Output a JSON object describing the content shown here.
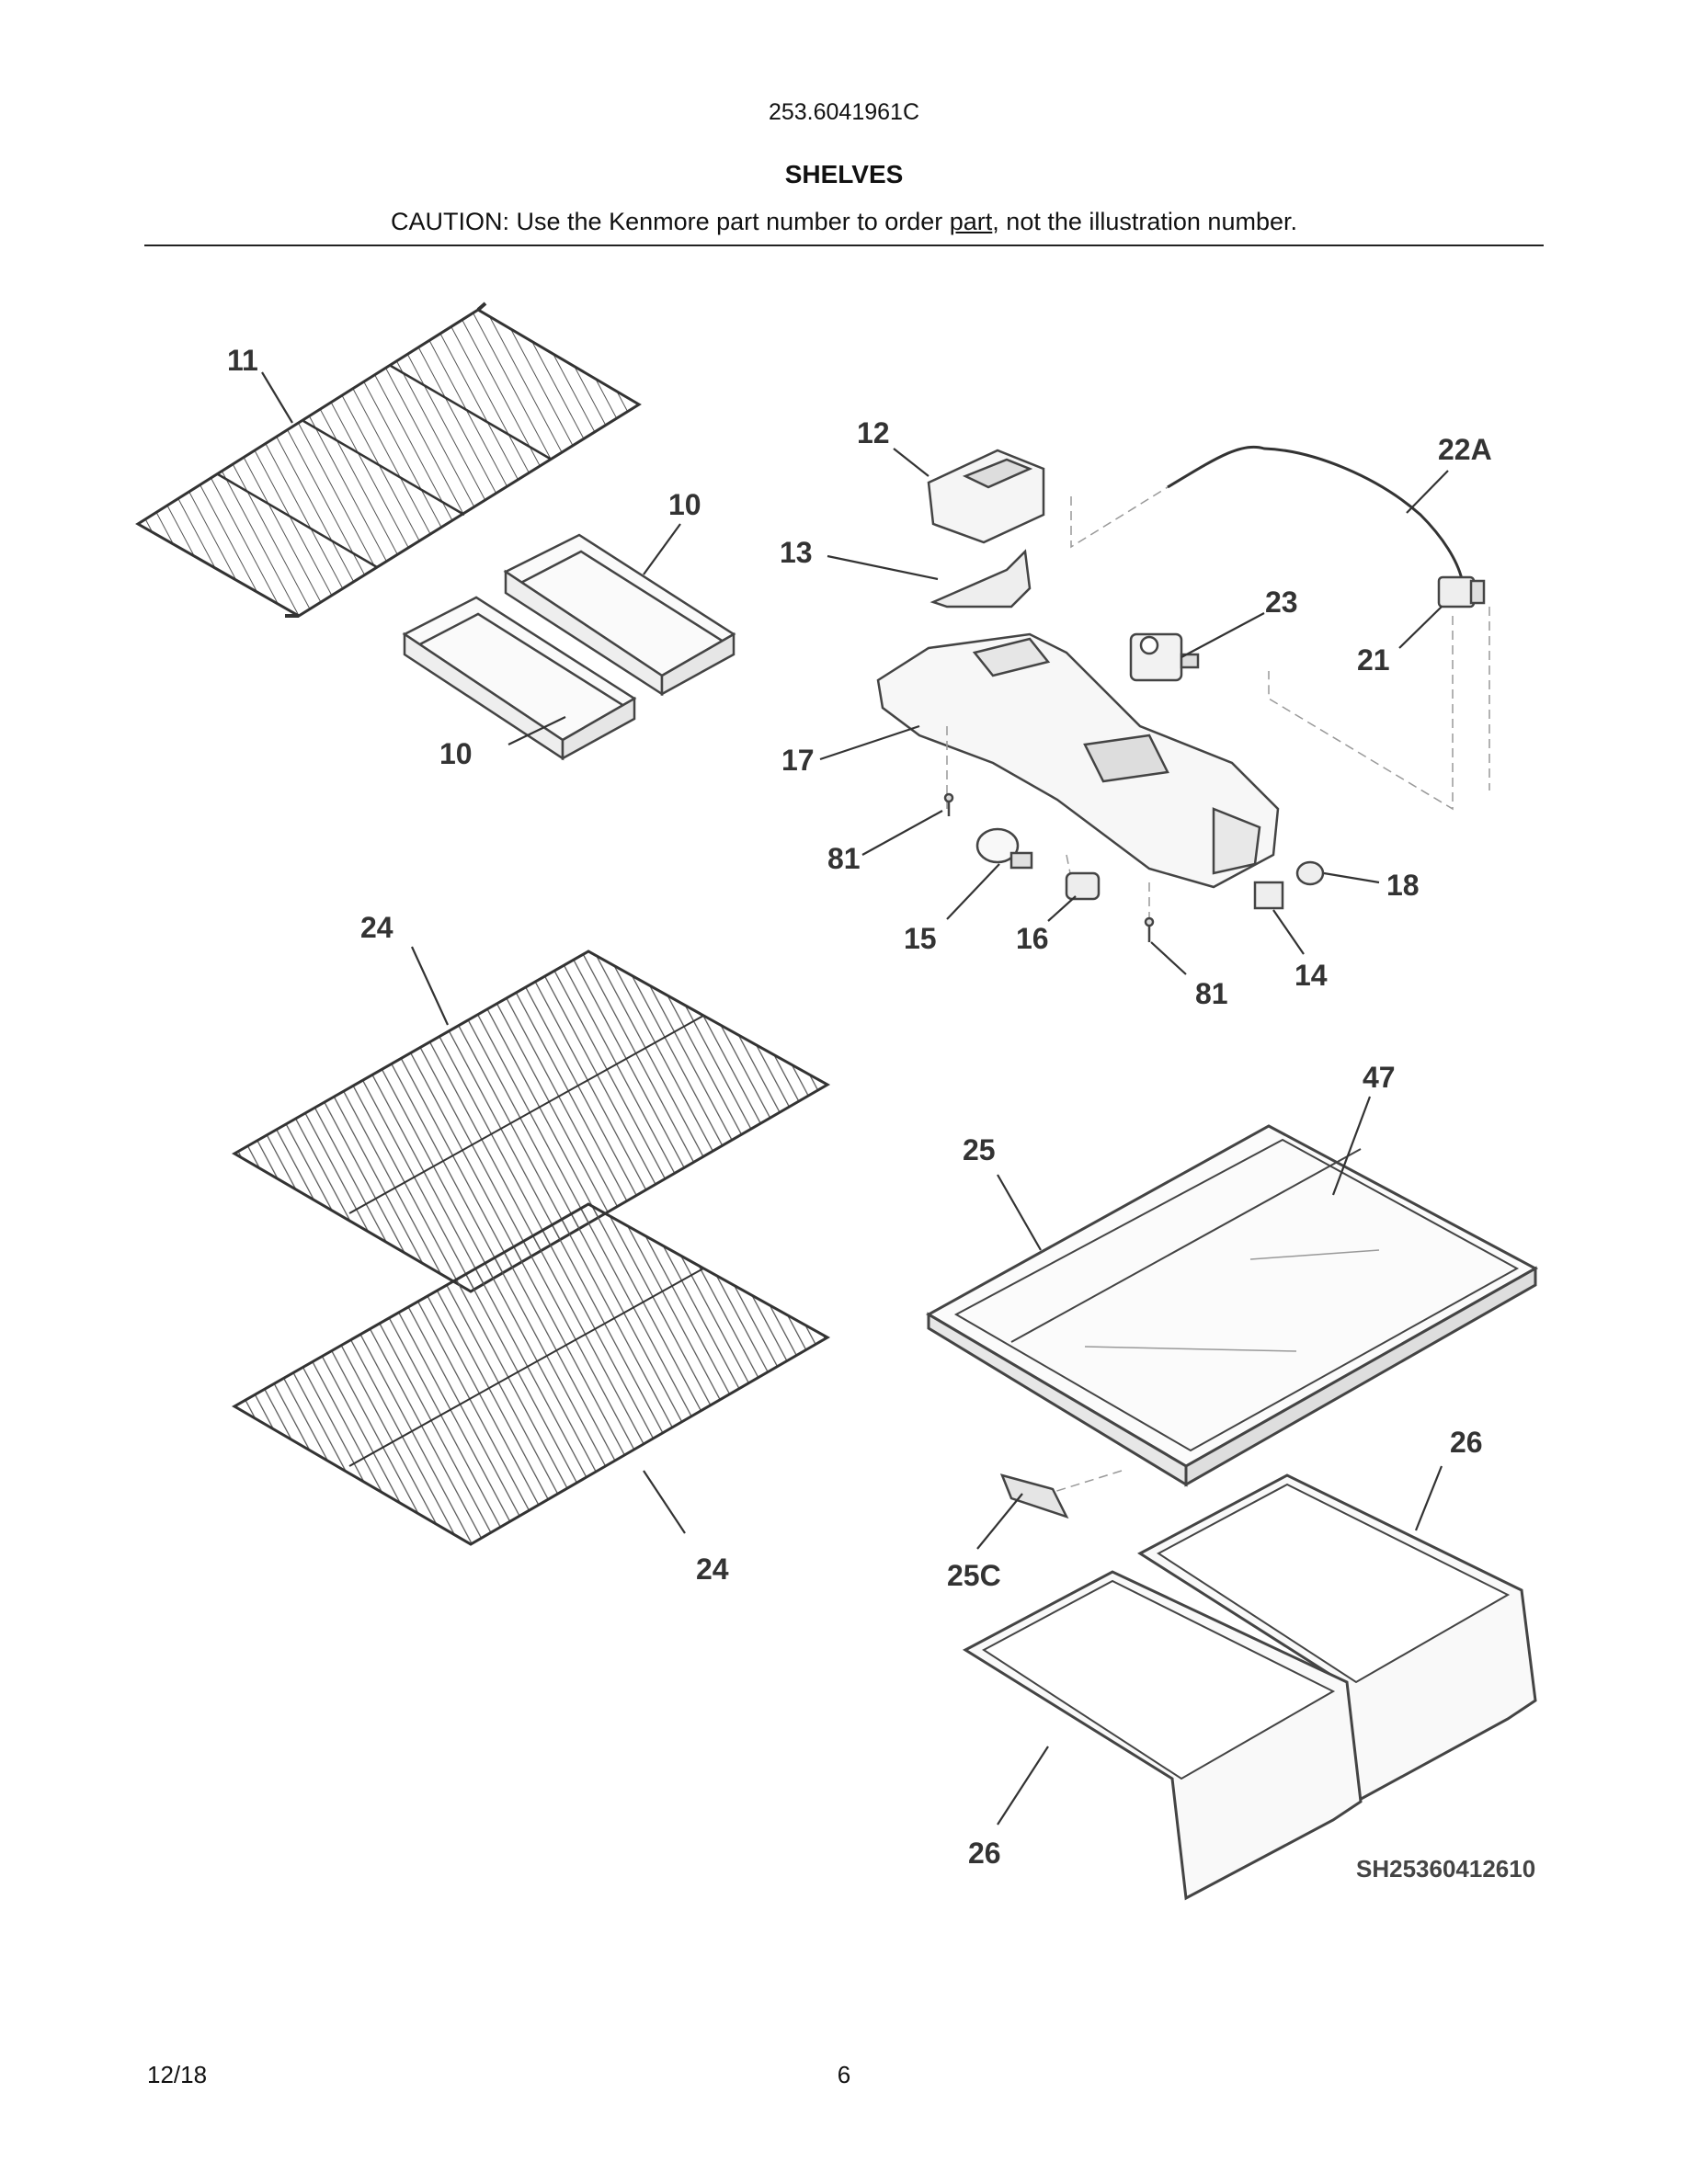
{
  "header": {
    "model_number": "253.6041961C",
    "section_title": "SHELVES",
    "caution_prefix": "CAUTION: Use the Kenmore part number to order ",
    "caution_link": "part",
    "caution_suffix": ", not the illustration number."
  },
  "diagram": {
    "callouts": [
      "11",
      "10",
      "10",
      "12",
      "22A",
      "13",
      "23",
      "21",
      "17",
      "81",
      "18",
      "15",
      "16",
      "81",
      "14",
      "24",
      "47",
      "25",
      "26",
      "24",
      "25C",
      "26"
    ],
    "drawing_code": "SH25360412610"
  },
  "footer": {
    "date": "12/18",
    "page_number": "6"
  }
}
